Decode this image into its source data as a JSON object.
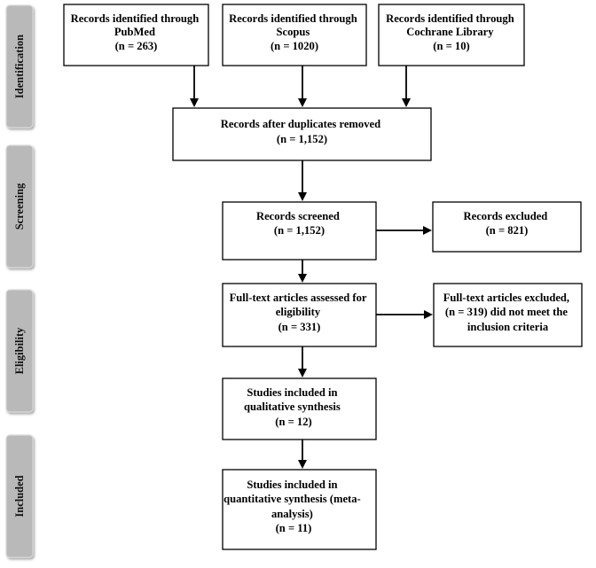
{
  "stages": {
    "identification": "Identification",
    "screening": "Screening",
    "eligibility": "Eligibility",
    "included": "Included"
  },
  "boxes": {
    "pubmed": [
      "Records identified through",
      "PubMed",
      "(n = 263)"
    ],
    "scopus": [
      "Records identified through",
      "Scopus",
      "(n = 1020)"
    ],
    "cochrane": [
      "Records identified through",
      "Cochrane Library",
      "(n = 10)"
    ],
    "duplicates_removed": [
      "Records after duplicates removed",
      "(n = 1,152)"
    ],
    "screened": [
      "Records screened",
      "(n = 1,152)"
    ],
    "excluded": [
      "Records excluded",
      "(n = 821)"
    ],
    "fulltext_assessed": [
      "Full-text articles assessed for",
      "eligibility",
      "(n = 331)"
    ],
    "fulltext_excluded": [
      "Full-text articles excluded,",
      "(n = 319) did not meet the",
      "inclusion criteria"
    ],
    "qualitative": [
      "Studies included in",
      "qualitative synthesis",
      "(n = 12)"
    ],
    "quantitative": [
      "Studies included in",
      "quantitative synthesis (meta-",
      "analysis)",
      "(n = 11)"
    ]
  },
  "colors": {
    "stage_tab": "#b9b9b9",
    "box_border": "#000000",
    "text": "#000000"
  }
}
